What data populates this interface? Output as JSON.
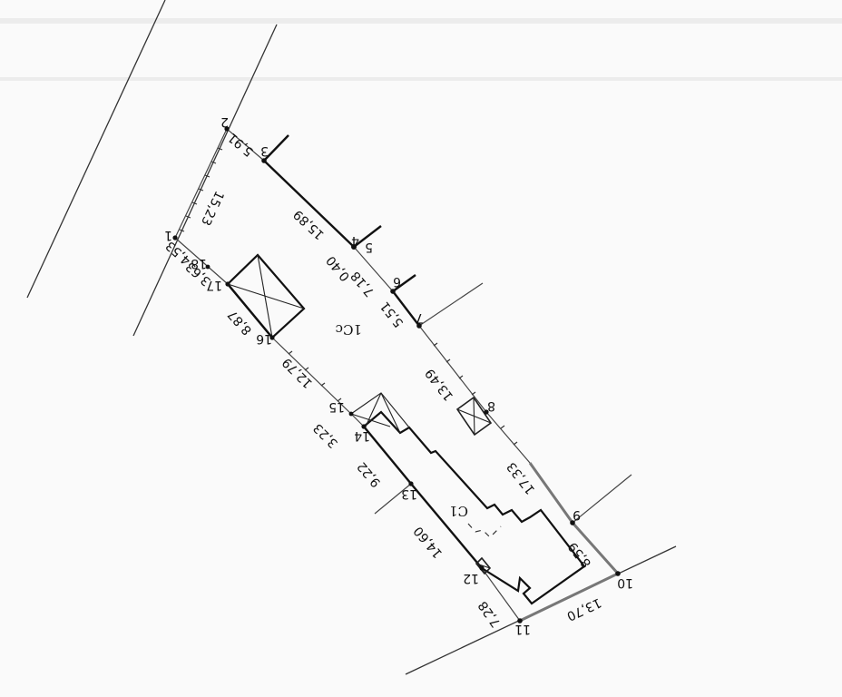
{
  "diagram": {
    "type": "cadastral-survey-plan",
    "orientation": "rotated-180",
    "parcels": [
      {
        "id": "parcel-1cc",
        "label": "1Cc"
      },
      {
        "id": "building-c1",
        "label": "C1"
      }
    ],
    "points": [
      {
        "n": "1",
        "label": "1"
      },
      {
        "n": "2",
        "label": "2"
      },
      {
        "n": "3",
        "label": "3"
      },
      {
        "n": "4",
        "label": "4"
      },
      {
        "n": "5",
        "label": "5"
      },
      {
        "n": "6",
        "label": "6"
      },
      {
        "n": "7",
        "label": "7"
      },
      {
        "n": "8",
        "label": "8"
      },
      {
        "n": "9",
        "label": "9"
      },
      {
        "n": "10",
        "label": "10"
      },
      {
        "n": "11",
        "label": "11"
      },
      {
        "n": "12",
        "label": "12"
      },
      {
        "n": "13",
        "label": "13"
      },
      {
        "n": "14",
        "label": "14"
      },
      {
        "n": "15",
        "label": "15"
      },
      {
        "n": "16",
        "label": "16"
      },
      {
        "n": "17",
        "label": "17"
      },
      {
        "n": "18",
        "label": "18"
      }
    ],
    "distances": [
      {
        "segment": "2-3",
        "value": "5,91"
      },
      {
        "segment": "1-2",
        "value": "15,23"
      },
      {
        "segment": "3-4",
        "value": "15,89"
      },
      {
        "segment": "4-5",
        "value": "0,40"
      },
      {
        "segment": "5-6",
        "value": "7,18"
      },
      {
        "segment": "6-7",
        "value": "5,51"
      },
      {
        "segment": "7-8",
        "value": "13,49"
      },
      {
        "segment": "8-9",
        "value": "17,33"
      },
      {
        "segment": "9-10",
        "value": "8,59"
      },
      {
        "segment": "10-11",
        "value": "13,70"
      },
      {
        "segment": "11-12",
        "value": "7,28"
      },
      {
        "segment": "12-13",
        "value": "14,60"
      },
      {
        "segment": "13-14",
        "value": "9,22"
      },
      {
        "segment": "14-15",
        "value": "3,23"
      },
      {
        "segment": "15-16",
        "value": "12,79"
      },
      {
        "segment": "16-17",
        "value": "8,87"
      },
      {
        "segment": "17-18",
        "value": "3,63"
      },
      {
        "segment": "18-1",
        "value": "4,53"
      }
    ]
  }
}
